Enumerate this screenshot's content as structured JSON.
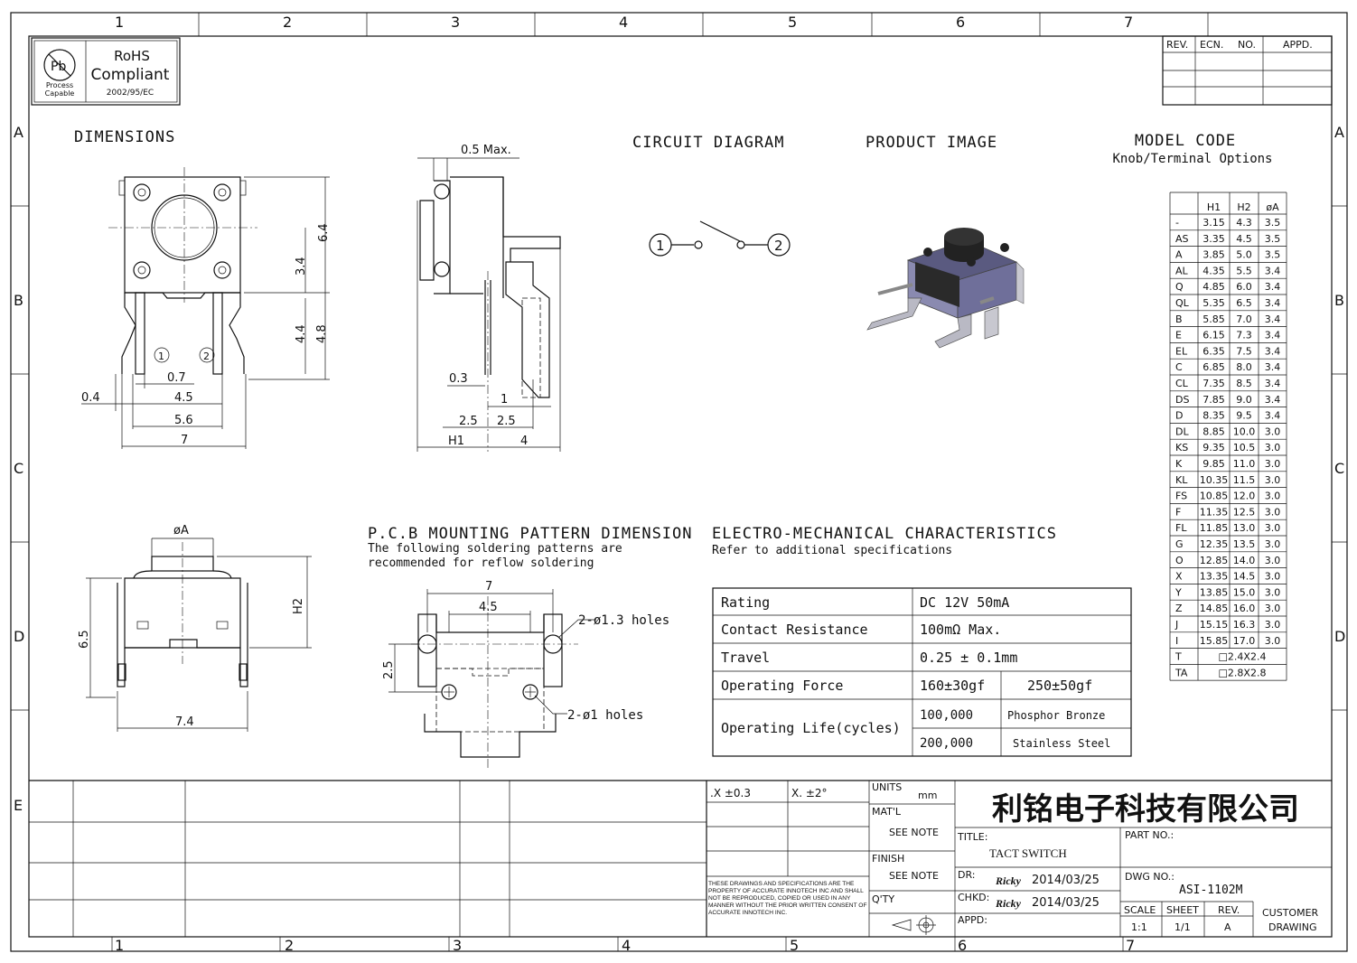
{
  "grid": {
    "columns": [
      "1",
      "2",
      "3",
      "4",
      "5",
      "6",
      "7"
    ],
    "rows": [
      "A",
      "B",
      "C",
      "D",
      "E"
    ]
  },
  "rohs": {
    "logo_text": "Pb",
    "process_capable": "Process Capable",
    "title": "RoHS",
    "subtitle": "Compliant",
    "directive": "2002/95/EC"
  },
  "revision_block": {
    "headers": [
      "REV.",
      "ECN.",
      "NO.",
      "APPD."
    ]
  },
  "sections": {
    "dimensions": "DIMENSIONS",
    "circuit": "CIRCUIT DIAGRAM",
    "product_image": "PRODUCT IMAGE",
    "model_code": "MODEL CODE",
    "model_code_sub": "Knob/Terminal Options",
    "pcb_title": "P.C.B MOUNTING PATTERN DIMENSION",
    "pcb_note_1": "The following soldering patterns are",
    "pcb_note_2": "recommended for reflow soldering",
    "em_title": "ELECTRO-MECHANICAL CHARACTERISTICS",
    "em_note": "Refer to additional specifications"
  },
  "dimensions_labels": {
    "top_view": [
      "6.4",
      "3.4",
      "4.4",
      "4.8",
      "0.7",
      "0.4",
      "4.5",
      "5.6",
      "7",
      "1",
      "2"
    ],
    "side_view": [
      "0.5 Max.",
      "0.3",
      "1",
      "2.5",
      "2.5",
      "H1",
      "4"
    ],
    "front_view": [
      "øA",
      "H2",
      "6.5",
      "7.4"
    ]
  },
  "circuit_labels": [
    "1",
    "2"
  ],
  "pcb_labels": {
    "width_outer": "7",
    "width_inner": "4.5",
    "height": "2.5",
    "holes_big": "2-ø1.3 holes",
    "holes_small": "2-ø1 holes"
  },
  "electro_mechanical": {
    "rows": [
      {
        "label": "Rating",
        "value": "DC 12V 50mA"
      },
      {
        "label": "Contact Resistance",
        "value": "100mΩ Max."
      },
      {
        "label": "Travel",
        "value": "0.25 ± 0.1mm"
      }
    ],
    "force": {
      "label": "Operating Force",
      "v1": "160±30gf",
      "v2": "250±50gf"
    },
    "life": {
      "label": "Operating Life(cycles)",
      "r1": {
        "cycles": "100,000",
        "material": "Phosphor Bronze"
      },
      "r2": {
        "cycles": "200,000",
        "material": "Stainless Steel"
      }
    }
  },
  "model_table": {
    "headers": [
      "",
      "H1",
      "H2",
      "øA"
    ],
    "rows": [
      [
        "-",
        "3.15",
        "4.3",
        "3.5"
      ],
      [
        "AS",
        "3.35",
        "4.5",
        "3.5"
      ],
      [
        "A",
        "3.85",
        "5.0",
        "3.5"
      ],
      [
        "AL",
        "4.35",
        "5.5",
        "3.4"
      ],
      [
        "Q",
        "4.85",
        "6.0",
        "3.4"
      ],
      [
        "QL",
        "5.35",
        "6.5",
        "3.4"
      ],
      [
        "B",
        "5.85",
        "7.0",
        "3.4"
      ],
      [
        "E",
        "6.15",
        "7.3",
        "3.4"
      ],
      [
        "EL",
        "6.35",
        "7.5",
        "3.4"
      ],
      [
        "C",
        "6.85",
        "8.0",
        "3.4"
      ],
      [
        "CL",
        "7.35",
        "8.5",
        "3.4"
      ],
      [
        "DS",
        "7.85",
        "9.0",
        "3.4"
      ],
      [
        "D",
        "8.35",
        "9.5",
        "3.4"
      ],
      [
        "DL",
        "8.85",
        "10.0",
        "3.0"
      ],
      [
        "KS",
        "9.35",
        "10.5",
        "3.0"
      ],
      [
        "K",
        "9.85",
        "11.0",
        "3.0"
      ],
      [
        "KL",
        "10.35",
        "11.5",
        "3.0"
      ],
      [
        "FS",
        "10.85",
        "12.0",
        "3.0"
      ],
      [
        "F",
        "11.35",
        "12.5",
        "3.0"
      ],
      [
        "FL",
        "11.85",
        "13.0",
        "3.0"
      ],
      [
        "G",
        "12.35",
        "13.5",
        "3.0"
      ],
      [
        "O",
        "12.85",
        "14.0",
        "3.0"
      ],
      [
        "X",
        "13.35",
        "14.5",
        "3.0"
      ],
      [
        "Y",
        "13.85",
        "15.0",
        "3.0"
      ],
      [
        "Z",
        "14.85",
        "16.0",
        "3.0"
      ],
      [
        "J",
        "15.15",
        "16.3",
        "3.0"
      ],
      [
        "I",
        "15.85",
        "17.0",
        "3.0"
      ]
    ],
    "knob_rows": [
      [
        "T",
        "□2.4X2.4"
      ],
      [
        "TA",
        "□2.8X2.8"
      ]
    ]
  },
  "title_block": {
    "tol_x": ".X  ±0.3",
    "tol_ang": "X.  ±2°",
    "units_label": "UNITS",
    "units_value": "mm",
    "matl_label": "MAT'L",
    "matl_value": "SEE NOTE",
    "finish_label": "FINISH",
    "finish_value": "SEE NOTE",
    "qty_label": "Q'TY",
    "disclaimer": "THESE DRAWINGS AND SPECIFICATIONS ARE THE PROPERTY OF ACCURATE INNOTECH INC AND SHALL NOT BE REPRODUCED, COPIED OR USED IN ANY MANNER WITHOUT THE PRIOR WRITTEN CONSENT OF  ACCURATE INNOTECH INC.",
    "company": "利铭电子科技有限公司",
    "title_label": "TITLE:",
    "title_value": "TACT SWITCH",
    "part_label": "PART NO.:",
    "dr_label": "DR:",
    "dr_sign": "Ricky",
    "dr_date": "2014/03/25",
    "dwg_label": "DWG NO.:",
    "dwg_value": "ASI-1102M",
    "chkd_label": "CHKD:",
    "chkd_sign": "Ricky",
    "chkd_date": "2014/03/25",
    "appd_label": "APPD:",
    "scale_label": "SCALE",
    "scale_value": "1:1",
    "sheet_label": "SHEET",
    "sheet_value": "1/1",
    "rev_label": "REV.",
    "rev_value": "A",
    "customer_1": "CUSTOMER",
    "customer_2": "DRAWING"
  },
  "colors": {
    "line": "#111111",
    "switch_body": "#6f6f9a",
    "terminal": "#b9b9c4",
    "knob": "#222222"
  }
}
